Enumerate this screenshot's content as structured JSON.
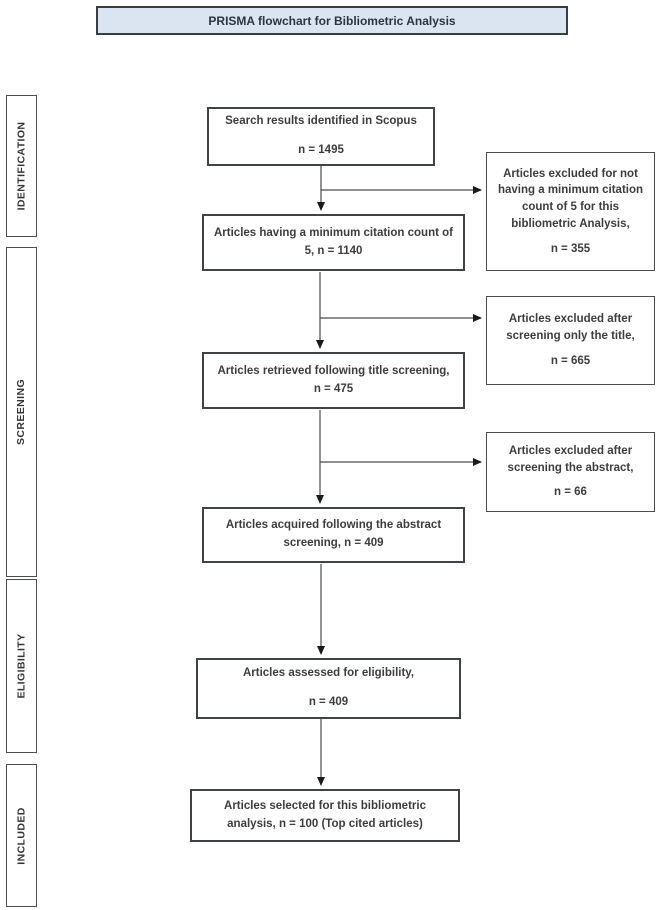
{
  "title": "PRISMA flowchart for Bibliometric Analysis",
  "stages": [
    {
      "label": "IDENTIFICATION"
    },
    {
      "label": "SCREENING"
    },
    {
      "label": "ELIGIBILITY"
    },
    {
      "label": "INCLUDED"
    }
  ],
  "flow_boxes": [
    {
      "text": "Search results identified in Scopus",
      "count": "n = 1495"
    },
    {
      "text": "Articles having a minimum citation count of 5, n = 1140"
    },
    {
      "text": "Articles retrieved following title screening, n = 475"
    },
    {
      "text": "Articles acquired following the abstract screening, n = 409"
    },
    {
      "text": "Articles assessed for eligibility,",
      "count": "n = 409"
    },
    {
      "text": "Articles selected for this bibliometric analysis, n = 100 (Top cited articles)"
    }
  ],
  "exclusion_boxes": [
    {
      "text": "Articles excluded for not having a minimum citation count of 5 for this bibliometric Analysis,",
      "count": "n = 355"
    },
    {
      "text": "Articles excluded after screening only the title,",
      "count": "n = 665"
    },
    {
      "text": "Articles excluded after screening the abstract,",
      "count": "n = 66"
    }
  ],
  "colors": {
    "title_fill": "#dbe5f1",
    "box_border": "#404346",
    "text": "#3d3d3d",
    "arrow": "#4a4a4a",
    "arrowhead": "#1a1a1a"
  }
}
